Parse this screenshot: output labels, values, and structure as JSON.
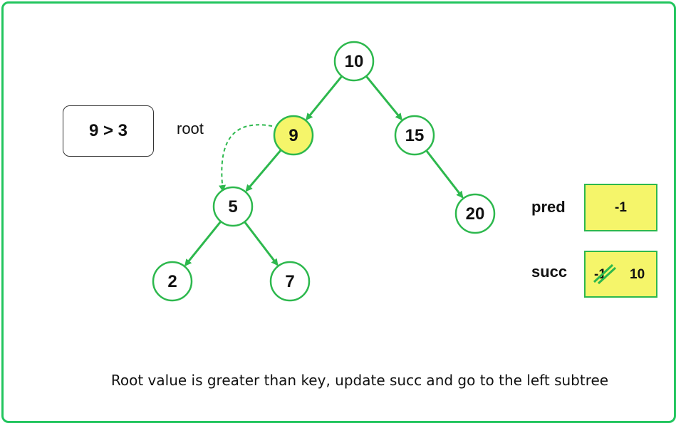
{
  "tree": {
    "nodes": [
      {
        "id": "10",
        "label": "10",
        "highlighted": false
      },
      {
        "id": "9",
        "label": "9",
        "highlighted": true
      },
      {
        "id": "15",
        "label": "15",
        "highlighted": false
      },
      {
        "id": "5",
        "label": "5",
        "highlighted": false
      },
      {
        "id": "20",
        "label": "20",
        "highlighted": false
      },
      {
        "id": "2",
        "label": "2",
        "highlighted": false
      },
      {
        "id": "7",
        "label": "7",
        "highlighted": false
      }
    ],
    "edges": [
      {
        "from": "10",
        "to": "9"
      },
      {
        "from": "10",
        "to": "15"
      },
      {
        "from": "9",
        "to": "5"
      },
      {
        "from": "15",
        "to": "20"
      },
      {
        "from": "5",
        "to": "2"
      },
      {
        "from": "5",
        "to": "7"
      }
    ],
    "traversal_arrow": {
      "from": "9",
      "to": "5",
      "style": "dashed"
    }
  },
  "comparison": {
    "text": "9 > 3"
  },
  "root_label": "root",
  "pred": {
    "label": "pred",
    "value": "-1"
  },
  "succ": {
    "label": "succ",
    "old_value": "-1",
    "new_value": "10"
  },
  "caption": "Root value is greater than key, update succ and go to the left subtree",
  "colors": {
    "accent": "#2db84d",
    "highlight": "#f5f56a",
    "border": "#22c55e"
  }
}
